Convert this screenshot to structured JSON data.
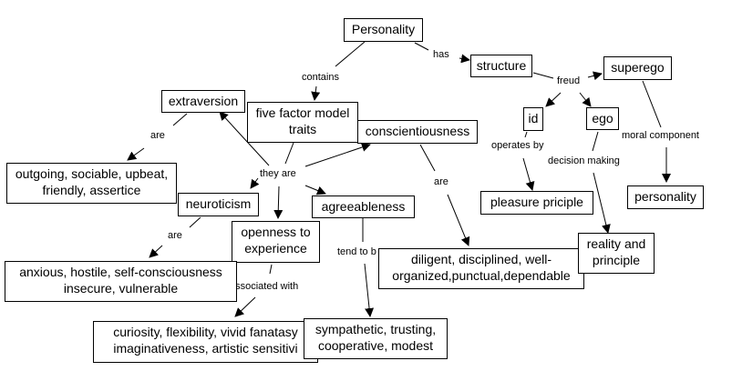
{
  "diagram": {
    "title": "Personality concept map",
    "nodes": {
      "personality_root": "Personality",
      "structure": "structure",
      "superego": "superego",
      "id": "id",
      "ego": "ego",
      "personality_leaf": "personality",
      "pleasure": "pleasure priciple",
      "reality": [
        "reality and",
        "principle"
      ],
      "five_factor": [
        "five factor model",
        "traits"
      ],
      "extraversion": "extraversion",
      "conscientiousness": "conscientiousness",
      "neuroticism": "neuroticism",
      "agreeableness": "agreeableness",
      "openness": [
        "openness to",
        "experience"
      ],
      "extra_traits": [
        "outgoing, sociable, upbeat,",
        "friendly, assertice"
      ],
      "neuro_traits": [
        "anxious, hostile, self-consciousness",
        "insecure, vulnerable"
      ],
      "consc_traits": [
        "diligent, disciplined, well-",
        "organized,punctual,dependable"
      ],
      "open_traits": [
        "curiosity, flexibility, vivid fanatasy",
        "imaginativeness, artistic sensitivi"
      ],
      "agree_traits": [
        "sympathetic, trusting,",
        "cooperative, modest"
      ]
    },
    "links": {
      "contains": "contains",
      "has": "has",
      "freud": "freud",
      "operates_by": "operates by",
      "decision_making": "decision making",
      "moral_component": "moral component",
      "they_are": "they are",
      "are_extra": "are",
      "are_neuro": "are",
      "are_consc": "are",
      "associated_with": "associated with",
      "tend_to_be": "tend to b"
    }
  }
}
